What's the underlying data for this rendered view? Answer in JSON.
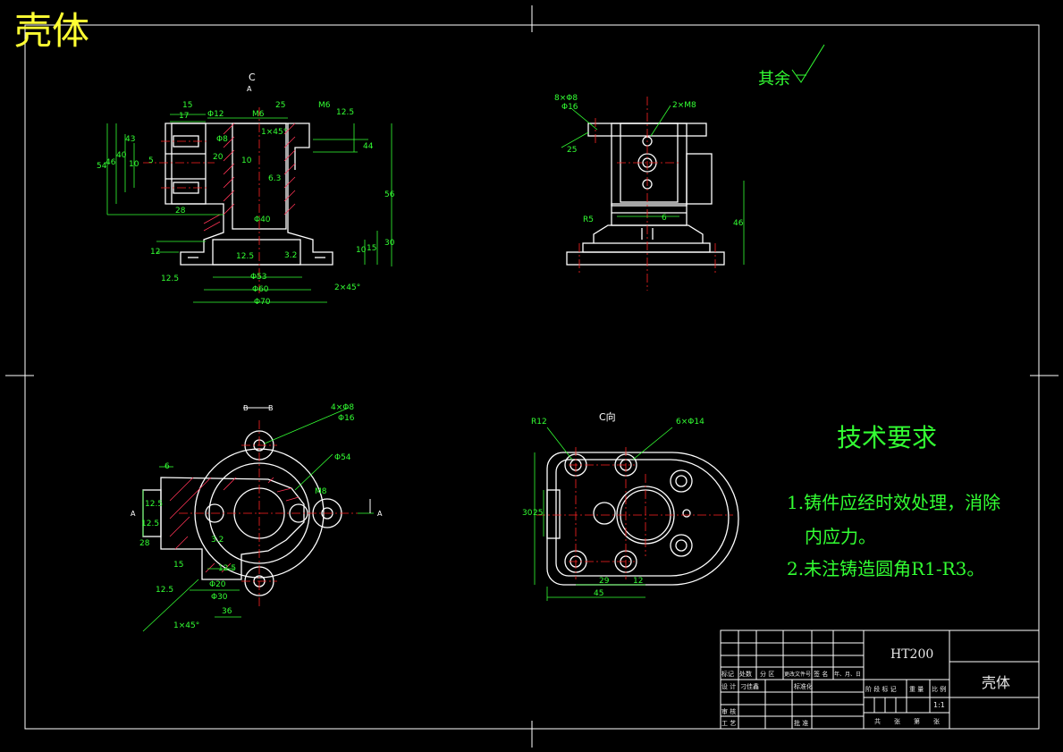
{
  "part_name": "壳体",
  "corner_title": "壳体",
  "material": "HT200",
  "surface_note": "其余",
  "view_labels": {
    "c_arrow": "C",
    "c_view": "C向",
    "a_left": "A",
    "a_right": "A",
    "b_left": "B",
    "b_right": "B",
    "section_a": "A"
  },
  "tech_requirements": {
    "title": "技术要求",
    "items": [
      "1.铸件应经时效处理，消除",
      "内应力。",
      "2.未注铸造圆角R1-R3。"
    ]
  },
  "title_block": {
    "revision_headers": [
      "标记",
      "处数",
      "分 区",
      "更改文件号",
      "签 名",
      "年、月、日"
    ],
    "design_label": "设 计",
    "designer": "刁佳鑫",
    "standardization": "标准化",
    "review": "审 核",
    "process": "工 艺",
    "approve": "批 准",
    "stage_headers": [
      "阶 段 标 记",
      "重 量",
      "比 例"
    ],
    "scale": "1:1",
    "sheet_row": [
      "共",
      "张",
      "第",
      "张"
    ]
  },
  "dimensions": {
    "view1": [
      "15",
      "17",
      "Φ12",
      "M6",
      "25",
      "M6",
      "12.5",
      "1×45°",
      "56",
      "54",
      "46",
      "40",
      "43",
      "10",
      "28",
      "44",
      "5",
      "20",
      "Φ40",
      "12.5",
      "Φ53",
      "Φ60",
      "Φ70",
      "2×45°",
      "12",
      "10",
      "15",
      "30",
      "Φ8",
      "6.3",
      "10",
      "12.5",
      "3.2"
    ],
    "view2": [
      "8×Φ8",
      "Φ16",
      "2×M8",
      "25",
      "R5",
      "6",
      "46"
    ],
    "view3": [
      "4×Φ8",
      "Φ16",
      "Φ54",
      "6",
      "M8",
      "28",
      "12.5",
      "15",
      "12.5",
      "Φ20",
      "36",
      "Φ30",
      "12.5",
      "1×45°",
      "12.5",
      "3.2"
    ],
    "view4": [
      "R12",
      "6×Φ14",
      "30",
      "25",
      "29",
      "12",
      "45"
    ]
  }
}
